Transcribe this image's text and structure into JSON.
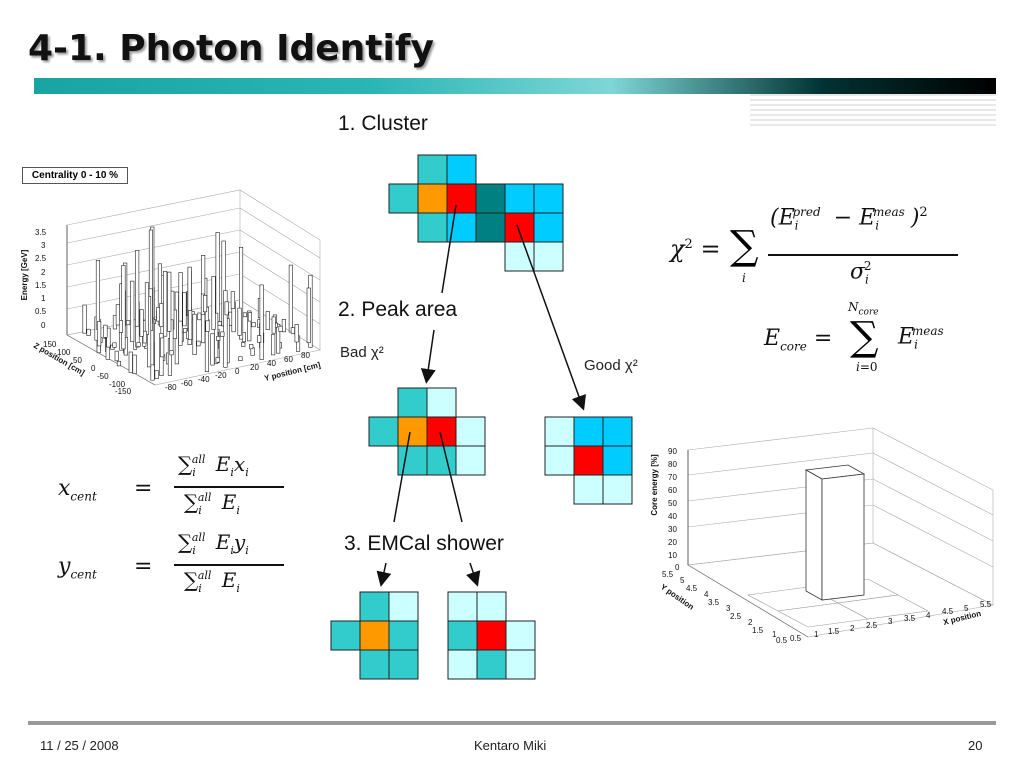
{
  "slide": {
    "title": "4-1. Photon Identify",
    "footer_date": "11 / 25 / 2008",
    "footer_author": "Kentaro Miki",
    "page_number": "20"
  },
  "steps": {
    "cluster": "1. Cluster",
    "peak_area": "2. Peak area",
    "emcal_shower": "3. EMCal shower",
    "bad_chi2": "Bad χ²",
    "good_chi2": "Good χ²"
  },
  "left_plot": {
    "legend": "Centrality 0 - 10 %",
    "zlabel": "Energy [GeV]",
    "xlabel": "Z position [cm]",
    "ylabel": "Y position [cm]",
    "z_ticks": [
      "3.5",
      "3",
      "2.5",
      "2",
      "1.5",
      "1",
      "0.5",
      "0"
    ],
    "x_ticks": [
      "150",
      "100",
      "50",
      "0",
      "-50",
      "-100",
      "-150"
    ],
    "y_ticks": [
      "-80",
      "-60",
      "-40",
      "-20",
      "0",
      "20",
      "40",
      "60",
      "80"
    ]
  },
  "right_plot": {
    "zlabel": "Core energy [%]",
    "xlabel": "X position",
    "ylabel": "Y position",
    "z_ticks": [
      "90",
      "80",
      "70",
      "60",
      "50",
      "40",
      "30",
      "20",
      "10",
      "0"
    ],
    "y_ticks": [
      "5.5",
      "5",
      "4.5",
      "4",
      "3.5",
      "3",
      "2.5",
      "2",
      "1.5",
      "1",
      "0.5"
    ],
    "x_ticks": [
      "0.5",
      "1",
      "1.5",
      "2",
      "2.5",
      "3",
      "3.5",
      "4",
      "4.5",
      "5",
      "5.5"
    ]
  },
  "formulas": {
    "chi2_lhs": "χ² =",
    "chi2_num": "(E_i^pred − E_i^meas)²",
    "chi2_den": "σ_i²",
    "ecore_lhs": "E_core =",
    "ecore_top": "N_core",
    "ecore_bottom": "i=0",
    "xcent_lhs": "x_cent",
    "ycent_lhs": "y_cent"
  },
  "colors": {
    "teal": "#33cccc",
    "dark_teal": "#008080",
    "sky": "#00ccff",
    "pale": "#ccffff",
    "orange": "#ff9900",
    "red": "#ff0000",
    "header_bar_left": "#009999"
  }
}
